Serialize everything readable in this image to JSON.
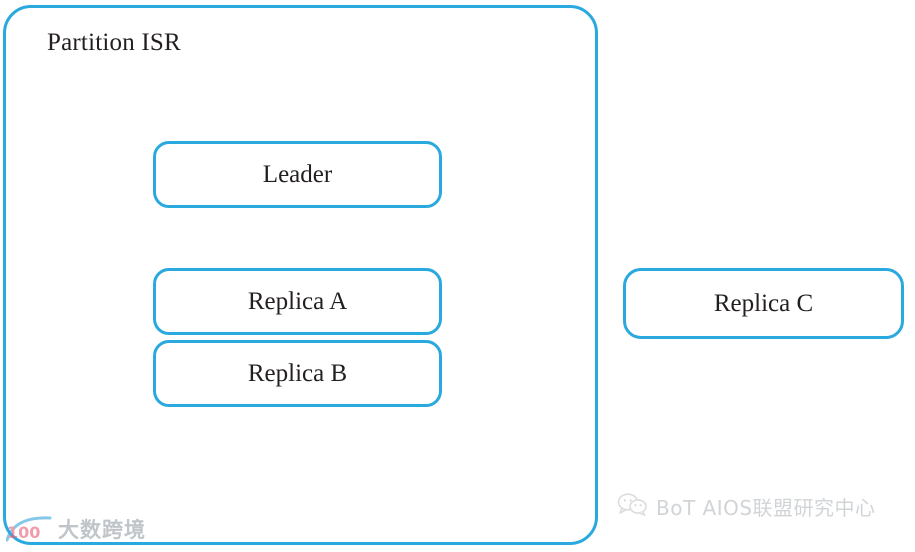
{
  "diagram": {
    "title": "Partition ISR",
    "accent_color": "#2aa9de",
    "text_color": "#231f20",
    "background": "#ffffff",
    "nodes_inside": [
      {
        "id": "leader",
        "label": "Leader"
      },
      {
        "id": "replica-a",
        "label": "Replica A"
      },
      {
        "id": "replica-b",
        "label": "Replica B"
      }
    ],
    "nodes_outside": [
      {
        "id": "replica-c",
        "label": "Replica C"
      }
    ]
  },
  "watermarks": {
    "bottom_left": {
      "logo_name": "dashu-kuajing-logo",
      "text": "大数跨境",
      "color": "#9aa3ab"
    },
    "bottom_right": {
      "icon_name": "wechat-icon",
      "text": "BoT AIOS联盟研究中心",
      "color": "#b3b8bd"
    }
  }
}
